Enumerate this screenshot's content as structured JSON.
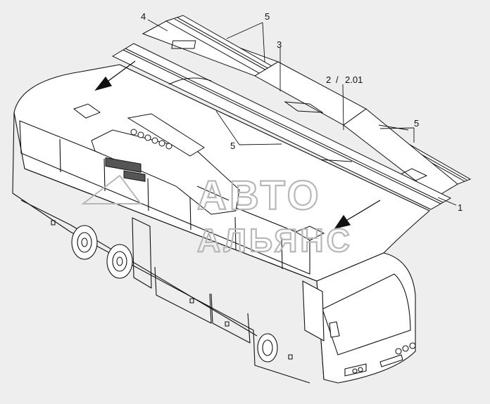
{
  "callouts": {
    "c1": "1",
    "c2": "2",
    "slash": "/",
    "c201": "2.01",
    "c3": "3",
    "c4": "4",
    "c5a": "5",
    "c5b": "5",
    "c5c": "5"
  },
  "watermark": {
    "line1": "АВТО",
    "line2": "АЛЬЯНС"
  },
  "colors": {
    "background": "#eeeeee",
    "line": "#111111",
    "watermark": "#b8b8b8"
  }
}
